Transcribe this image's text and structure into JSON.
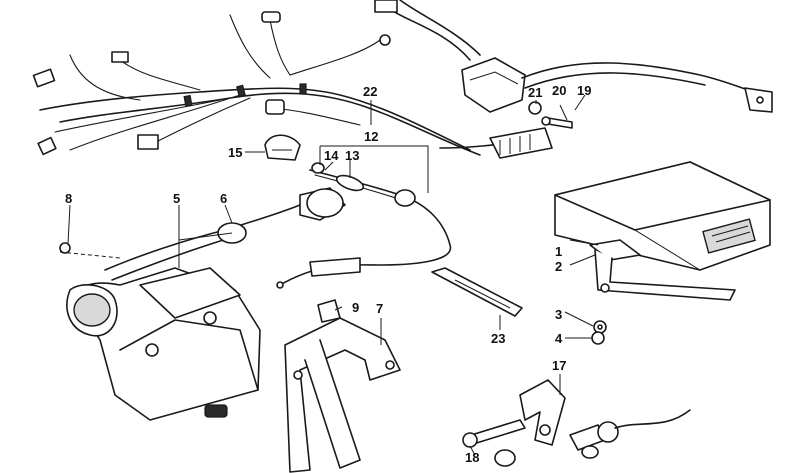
{
  "callouts": [
    {
      "id": "1",
      "label": "1"
    },
    {
      "id": "2",
      "label": "2"
    },
    {
      "id": "3",
      "label": "3"
    },
    {
      "id": "4",
      "label": "4"
    },
    {
      "id": "5",
      "label": "5"
    },
    {
      "id": "6",
      "label": "6"
    },
    {
      "id": "7",
      "label": "7"
    },
    {
      "id": "8",
      "label": "8"
    },
    {
      "id": "9",
      "label": "9"
    },
    {
      "id": "12",
      "label": "12"
    },
    {
      "id": "13",
      "label": "13"
    },
    {
      "id": "14",
      "label": "14"
    },
    {
      "id": "15",
      "label": "15"
    },
    {
      "id": "17",
      "label": "17"
    },
    {
      "id": "18",
      "label": "18"
    },
    {
      "id": "19",
      "label": "19"
    },
    {
      "id": "20",
      "label": "20"
    },
    {
      "id": "21",
      "label": "21"
    },
    {
      "id": "22",
      "label": "22"
    },
    {
      "id": "23",
      "label": "23"
    }
  ]
}
